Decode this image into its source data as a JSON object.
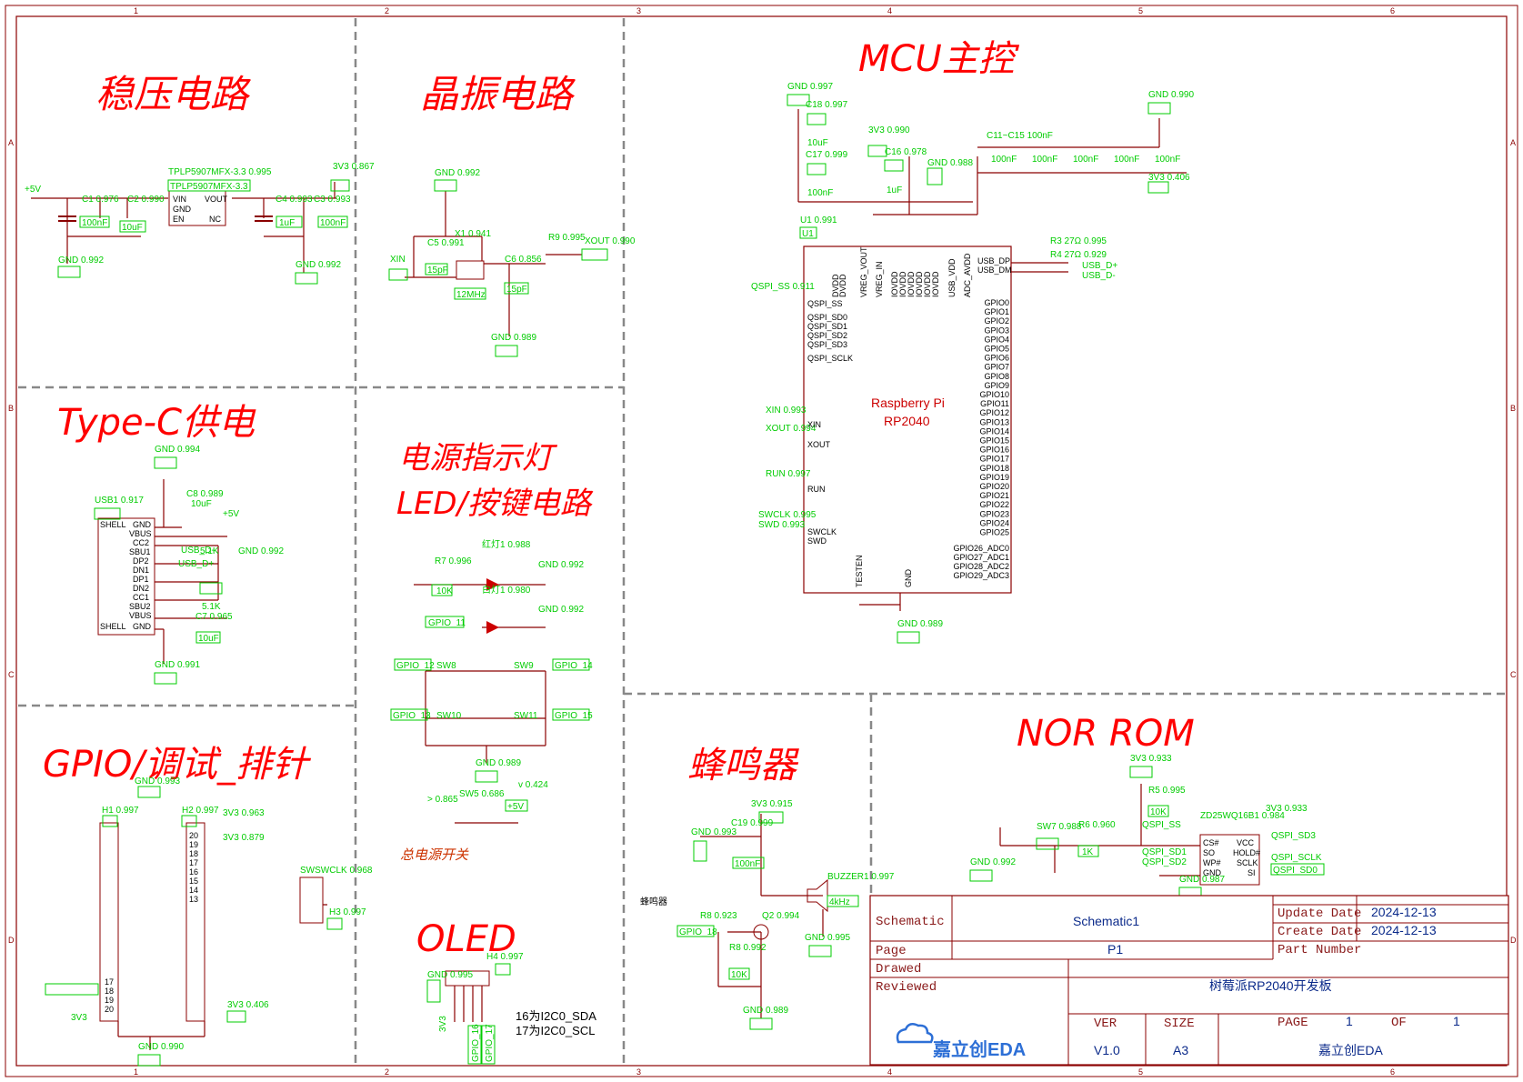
{
  "sections": {
    "regulator": "稳压电路",
    "crystal": "晶振电路",
    "mcu": "MCU主控",
    "typec": "Type-C供电",
    "led_key_1": "电源指示灯",
    "led_key_2": "LED/按键电路",
    "gpio": "GPIO/调试_排针",
    "buzzer": "蜂鸣器",
    "nor": "NOR ROM",
    "oled": "OLED"
  },
  "mcu": {
    "chip_line1": "Raspberry Pi",
    "chip_line2": "RP2040",
    "ref": "U1",
    "ref_conf": "U1 0.991",
    "right_pins": [
      "GPIO0",
      "GPIO1",
      "GPIO2",
      "GPIO3",
      "GPIO4",
      "GPIO5",
      "GPIO6",
      "GPIO7",
      "GPIO8",
      "GPIO9",
      "GPIO10",
      "GPIO11",
      "GPIO12",
      "GPIO13",
      "GPIO14",
      "GPIO15",
      "GPIO16",
      "GPIO17",
      "GPIO18",
      "GPIO19",
      "GPIO20",
      "GPIO21",
      "GPIO22",
      "GPIO23",
      "GPIO24",
      "GPIO25"
    ],
    "adc_pins": [
      "GPIO26_ADC0",
      "GPIO27_ADC1",
      "GPIO28_ADC2",
      "GPIO29_ADC3"
    ],
    "left_pins": [
      "QSPI_SS",
      "QSPI_SD0",
      "QSPI_SD1",
      "QSPI_SD2",
      "QSPI_SD3",
      "QSPI_SCLK",
      "XIN",
      "XOUT",
      "RUN",
      "SWCLK",
      "SWD"
    ],
    "top_pins": [
      "DVDD",
      "DVDD",
      "VREG_VOUT",
      "VREG_IN",
      "IOVDD",
      "IOVDD",
      "IOVDD",
      "IOVDD",
      "IOVDD",
      "IOVDD",
      "USB_VDD",
      "ADC_AVDD"
    ],
    "usb_pins": [
      "USB_DP",
      "USB_DM"
    ],
    "bottom_pins": [
      "TESTEN",
      "GND"
    ]
  },
  "net_labels": {
    "mcu_top": [
      "GND 0.997",
      "C18 0.997",
      "C17 0.999",
      "3V3 0.990",
      "C16 0.978",
      "GND 0.988",
      "GND 0.990",
      "3V3 0.406",
      "C11~C15 100nF"
    ],
    "mcu_caps": [
      "10uF",
      "100nF",
      "1uF",
      "100nF",
      "100nF",
      "100nF",
      "100nF",
      "100nF"
    ],
    "mcu_left": [
      "QSPI_SS 0.911",
      "XIN 0.993",
      "XOUT 0.994",
      "RUN 0.997",
      "SWCLK 0.995",
      "SWD 0.993"
    ],
    "mcu_bottom": [
      "GND 0.989"
    ],
    "mcu_right_usb": [
      "R3 27Ω 0.995",
      "R4 27Ω 0.929",
      "USB_D+",
      "USB_D-"
    ],
    "regulator": [
      "+5V",
      "C1 0.976",
      "C2 0.990",
      "100nF",
      "10uF",
      "TPLP5907MFX-3.3 0.995",
      "TPLP5907MFX-3.3",
      "C4 0.993",
      "C3 0.993",
      "1uF",
      "100nF",
      "3V3 0.867",
      "GND 0.992",
      "GND 0.992"
    ],
    "crystal": [
      "GND 0.992",
      "C5 0.991",
      "X1 0.941",
      "R9 0.995",
      "XOUT 0.990",
      "XIN",
      "15pF",
      "12MHz",
      "C6 0.856",
      "15pF",
      "GND 0.989"
    ],
    "typec": [
      "GND 0.994",
      "USB1 0.917",
      "C8 0.989",
      "10uF",
      "+5V",
      "USB_D-",
      "USB_D+",
      "5.1K",
      "5.1K",
      "C7 0.965",
      "10uF",
      "GND 0.992",
      "GND 0.991"
    ],
    "led_key": [
      "红灯1 0.988",
      "白灯1 0.980",
      "R7 0.996",
      "10K",
      "GND 0.992",
      "GPIO_11",
      "GND 0.992",
      "GPIO_12",
      "GPIO_13",
      "GPIO_14",
      "GPIO_15",
      "SW8",
      "SW9",
      "SW10",
      "SW11",
      "GND 0.989"
    ],
    "power_switch": [
      "总电源开关",
      "SW5 0.686",
      "+5V",
      "v 0.424",
      "> 0.865"
    ],
    "gpio": [
      "GND 0.993",
      "H1 0.997",
      "H2 0.997",
      "3V3 0.963",
      "3V3 0.879",
      "GND 0.990",
      "3V3",
      "3V3 0.406",
      "SWSWCLK 0.968",
      "H3 0.997"
    ],
    "buzzer": [
      "3V3 0.915",
      "C19 0.999",
      "100nF",
      "GND 0.993",
      "BUZZER1 0.997",
      "4kHz",
      "GPIO_18",
      "R8 0.923",
      "Q2 0.994",
      "R8 0.992",
      "10K",
      "GND 0.995",
      "GND 0.989"
    ],
    "buzzer_note": "蜂鸣器",
    "nor": [
      "3V3 0.933",
      "R5 0.995",
      "10K",
      "ZD25WQ16B1 0.984",
      "3V3 0.933",
      "QSPI_SS",
      "QSPI_SD1",
      "QSPI_SD2",
      "QSPI_SD3",
      "QSPI_SCLK",
      "QSPI_SD0",
      "SW7 0.988",
      "R6 0.960",
      "1K",
      "GND 0.992",
      "GND 0.987"
    ],
    "oled": [
      "H4 0.997",
      "GND 0.995",
      "3V3",
      "GPIO_16",
      "GPIO_17"
    ],
    "oled_note1": "16为I2C0_SDA",
    "oled_note2": "17为I2C0_SCL"
  },
  "title_block": {
    "schematic_label": "Schematic",
    "schematic_value": "Schematic1",
    "page_label": "Page",
    "page_value": "P1",
    "drawed_label": "Drawed",
    "reviewed_label": "Reviewed",
    "update_label": "Update Date",
    "update_value": "2024-12-13",
    "create_label": "Create Date",
    "create_value": "2024-12-13",
    "part_label": "Part Number",
    "board_name": "树莓派RP2040开发板",
    "ver_label": "VER",
    "ver_value": "V1.0",
    "size_label": "SIZE",
    "size_value": "A3",
    "pagenum_label": "PAGE",
    "pagenum_value": "1",
    "of_label": "OF",
    "of_value": "1",
    "company": "嘉立创EDA",
    "logo_text": "嘉立创EDA"
  },
  "frame": {
    "columns": [
      "1",
      "2",
      "3",
      "4",
      "5",
      "6"
    ],
    "rows": [
      "A",
      "B",
      "C",
      "D"
    ]
  },
  "colors": {
    "border": "#8b0000",
    "section_title": "#ff0000",
    "wire": "#8b0000",
    "net": "#00cc00",
    "text_blue": "#0b2a8a",
    "divider": "#888888"
  }
}
